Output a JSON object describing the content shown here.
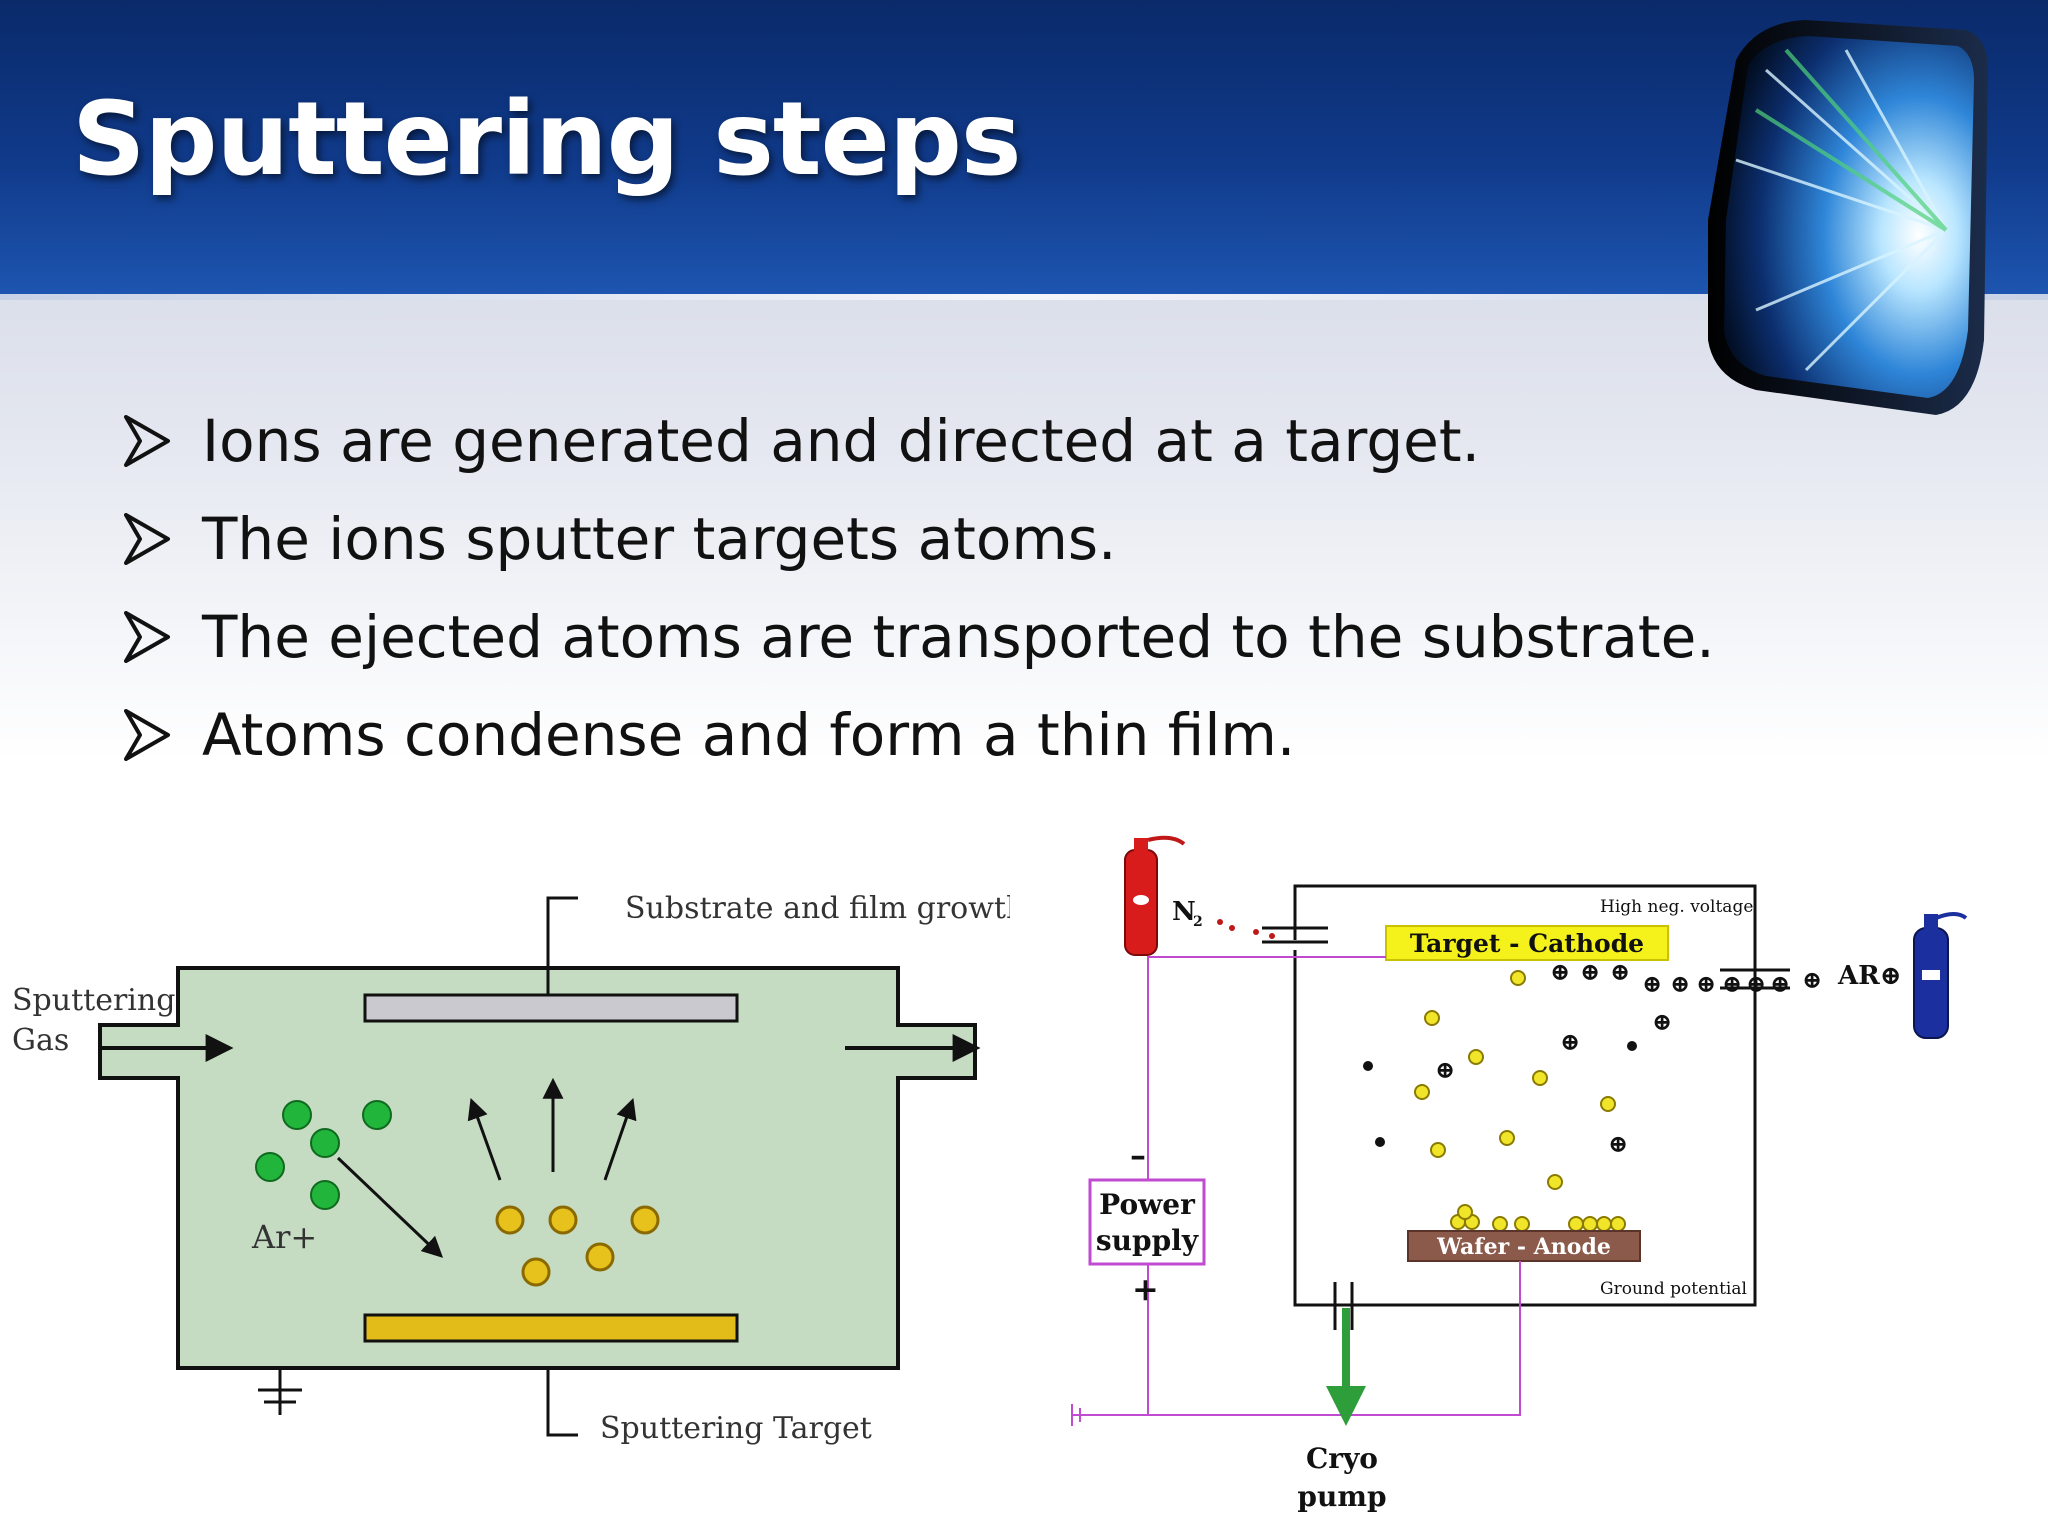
{
  "slide": {
    "title": "Sputtering steps",
    "bullets": [
      "Ions are generated and directed at a target.",
      "The ions sputter targets atoms.",
      "The ejected atoms are transported to the substrate.",
      "Atoms condense and form a thin film."
    ],
    "bullet_icon": "arrowhead-bullet-icon"
  },
  "left_diagram": {
    "substrate_label": "Substrate and film growth",
    "gas_label_line1": "Sputtering",
    "gas_label_line2": "Gas",
    "ion_label": "Ar+",
    "target_label": "Sputtering Target"
  },
  "right_diagram": {
    "n2_label": "N",
    "n2_subscript": "2",
    "voltage_label": "High neg. voltage",
    "target_cathode_label": "Target - Cathode",
    "ar_label": "AR⊕",
    "minus_label": "–",
    "plus_label": "+",
    "power_label_line1": "Power",
    "power_label_line2": "supply",
    "wafer_anode_label": "Wafer - Anode",
    "ground_label": "Ground potential",
    "cryo_label_line1": "Cryo",
    "cryo_label_line2": "pump"
  },
  "colors": {
    "header_dark": "#0a2a6a",
    "header_light": "#1d55b0",
    "chamber_fill": "#c5dcc3",
    "ion_green": "#22b53c",
    "atom_yellow": "#e8c21c",
    "target_gold": "#e2bc18",
    "cathode_yellow": "#f4f21a",
    "anode_brown": "#8b5a4a",
    "wire_purple": "#c04ad0",
    "pump_arrow_green": "#2e9e3a",
    "extinguisher_red": "#d81c1c",
    "cylinder_blue": "#1b2f9e"
  }
}
